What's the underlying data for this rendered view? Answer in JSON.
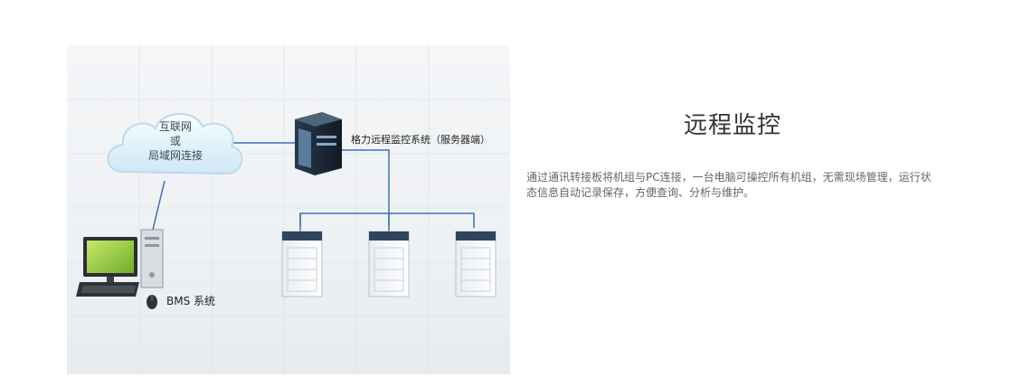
{
  "diagram": {
    "cloud_label_lines": [
      "互联网",
      "或",
      "局域网连接"
    ],
    "server_label": "格力远程监控系统（服务器端）",
    "bms_label": "BMS 系统",
    "units": [
      "outdoor-unit-1",
      "outdoor-unit-2",
      "outdoor-unit-3"
    ]
  },
  "section": {
    "title": "远程监控",
    "description": "通过通讯转接板将机组与PC连接，一台电脑可操控所有机组，无需现场管理，运行状态信息自动记录保存，方便查询、分析与维护。"
  },
  "colors": {
    "link_line": "#3f6fb5",
    "cloud_fill": "#e8f4fb",
    "monitor_screen": "#8cc63f"
  }
}
